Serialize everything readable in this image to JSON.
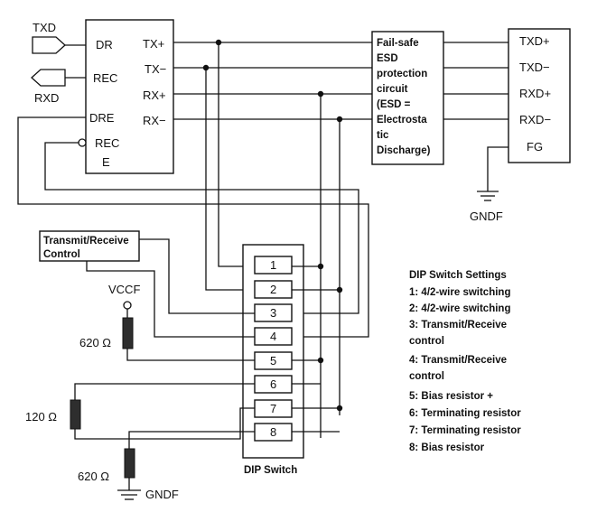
{
  "transceiver": {
    "signals": {
      "txd": "TXD",
      "rxd": "RXD"
    },
    "pins": {
      "dr": "DR",
      "rec": "REC",
      "dre": "DRE",
      "rece_line1": "REC",
      "rece_line2": "E"
    },
    "diff_pins": {
      "tx_plus": "TX+",
      "tx_minus": "TX−",
      "rx_plus": "RX+",
      "rx_minus": "RX−"
    }
  },
  "esd_box": {
    "lines": [
      "Fail-safe",
      "ESD",
      "protection",
      "circuit",
      "(ESD =",
      "Electrosta",
      "tic",
      "Discharge)"
    ]
  },
  "connector": {
    "pins": [
      "TXD+",
      "TXD−",
      "RXD+",
      "RXD−",
      "FG"
    ],
    "ground_label": "GNDF"
  },
  "trx_control": {
    "line1": "Transmit/Receive",
    "line2": "Control"
  },
  "power": {
    "vccf_label": "VCCF",
    "r_top": "620 Ω",
    "r_termination": "120 Ω",
    "r_bottom": "620 Ω",
    "ground_label": "GNDF"
  },
  "dip_switch": {
    "switches": [
      "1",
      "2",
      "3",
      "4",
      "5",
      "6",
      "7",
      "8"
    ],
    "caption": "DIP Switch"
  },
  "settings": {
    "title": "DIP Switch Settings",
    "lines": [
      "1: 4/2-wire switching",
      "2: 4/2-wire switching",
      "3: Transmit/Receive",
      "control",
      "4: Transmit/Receive",
      "control",
      "5: Bias resistor +",
      "6: Terminating resistor",
      "7: Terminating resistor",
      "8: Bias resistor"
    ]
  }
}
